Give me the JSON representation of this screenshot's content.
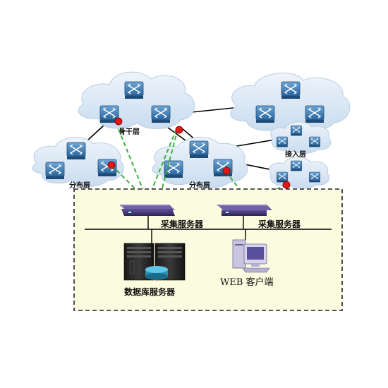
{
  "labels": {
    "backbone": "骨干层",
    "distribution_left": "分布层",
    "distribution_center": "分布层",
    "access": "接入层",
    "collector_left": "采集服务器",
    "collector_right": "采集服务器",
    "database_server": "数据库服务器",
    "web_client": "WEB 客户端"
  },
  "colors": {
    "cloud_fill": "#d8e6f3",
    "switch_fill": "#3f7fb8",
    "link_line": "#000000",
    "probe_dot": "#e01818",
    "probe_link": "#3bb03b",
    "panel_fill": "#fbfbdf",
    "panel_border": "#222222",
    "collector_fill": "#3b2f6e"
  },
  "icons": {
    "switch": "switch-icon",
    "probe": "probe-dot-icon",
    "collector": "collector-server-icon",
    "database": "database-server-icon",
    "client": "workstation-icon"
  }
}
